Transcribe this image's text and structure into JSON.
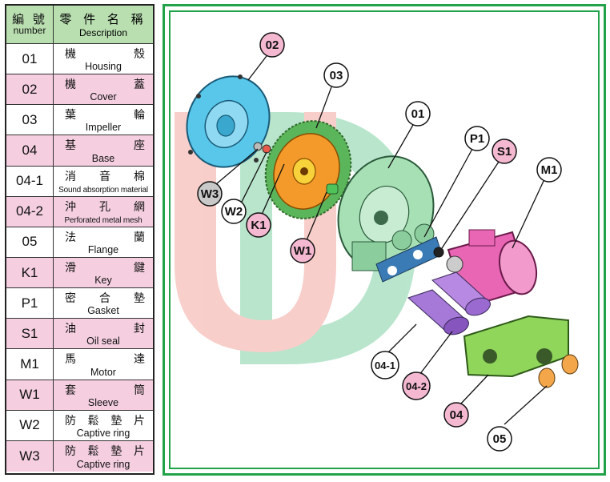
{
  "table": {
    "header": {
      "number_zh": "編 號",
      "number_en": "number",
      "desc_zh": "零 件 名 稱",
      "desc_en": "Description"
    },
    "rows": [
      {
        "num": "01",
        "zh": [
          "機",
          "殼"
        ],
        "en": "Housing"
      },
      {
        "num": "02",
        "zh": [
          "機",
          "蓋"
        ],
        "en": "Cover"
      },
      {
        "num": "03",
        "zh": [
          "葉",
          "輪"
        ],
        "en": "Impeller"
      },
      {
        "num": "04",
        "zh": [
          "基",
          "座"
        ],
        "en": "Base"
      },
      {
        "num": "04-1",
        "zh": [
          "消",
          "音",
          "棉"
        ],
        "en": "Sound absorption material"
      },
      {
        "num": "04-2",
        "zh": [
          "沖",
          "孔",
          "網"
        ],
        "en": "Perforated metal mesh"
      },
      {
        "num": "05",
        "zh": [
          "法",
          "蘭"
        ],
        "en": "Flange"
      },
      {
        "num": "K1",
        "zh": [
          "滑",
          "鍵"
        ],
        "en": "Key"
      },
      {
        "num": "P1",
        "zh": [
          "密",
          "合",
          "墊"
        ],
        "en": "Gasket"
      },
      {
        "num": "S1",
        "zh": [
          "油",
          "封"
        ],
        "en": "Oil seal"
      },
      {
        "num": "M1",
        "zh": [
          "馬",
          "達"
        ],
        "en": "Motor"
      },
      {
        "num": "W1",
        "zh": [
          "套",
          "筒"
        ],
        "en": "Sleeve"
      },
      {
        "num": "W2",
        "zh": [
          "防",
          "鬆",
          "墊",
          "片"
        ],
        "en": "Captive ring"
      },
      {
        "num": "W3",
        "zh": [
          "防",
          "鬆",
          "墊",
          "片"
        ],
        "en": "Captive ring"
      }
    ]
  },
  "diagram": {
    "callouts": {
      "c02": "02",
      "c03": "03",
      "c01": "01",
      "cP1": "P1",
      "cS1": "S1",
      "cM1": "M1",
      "cW3": "W3",
      "cW2": "W2",
      "cK1": "K1",
      "cW1": "W1",
      "c04_1": "04-1",
      "c04_2": "04-2",
      "c04": "04",
      "c05": "05"
    }
  },
  "colors": {
    "header_green": "#b9dfb0",
    "row_pink": "#f5cfe0",
    "frame_green": "#22a34a",
    "callout_pink": "#f4b8d0",
    "callout_grey": "#c9c9c9",
    "housing_green": "#a8e0b6",
    "cover_blue": "#58c7ea",
    "impeller_orange": "#f39a2a",
    "motor_magenta": "#e866b4",
    "base_green": "#8fd65a",
    "sleeve_purple": "#a678d8"
  }
}
